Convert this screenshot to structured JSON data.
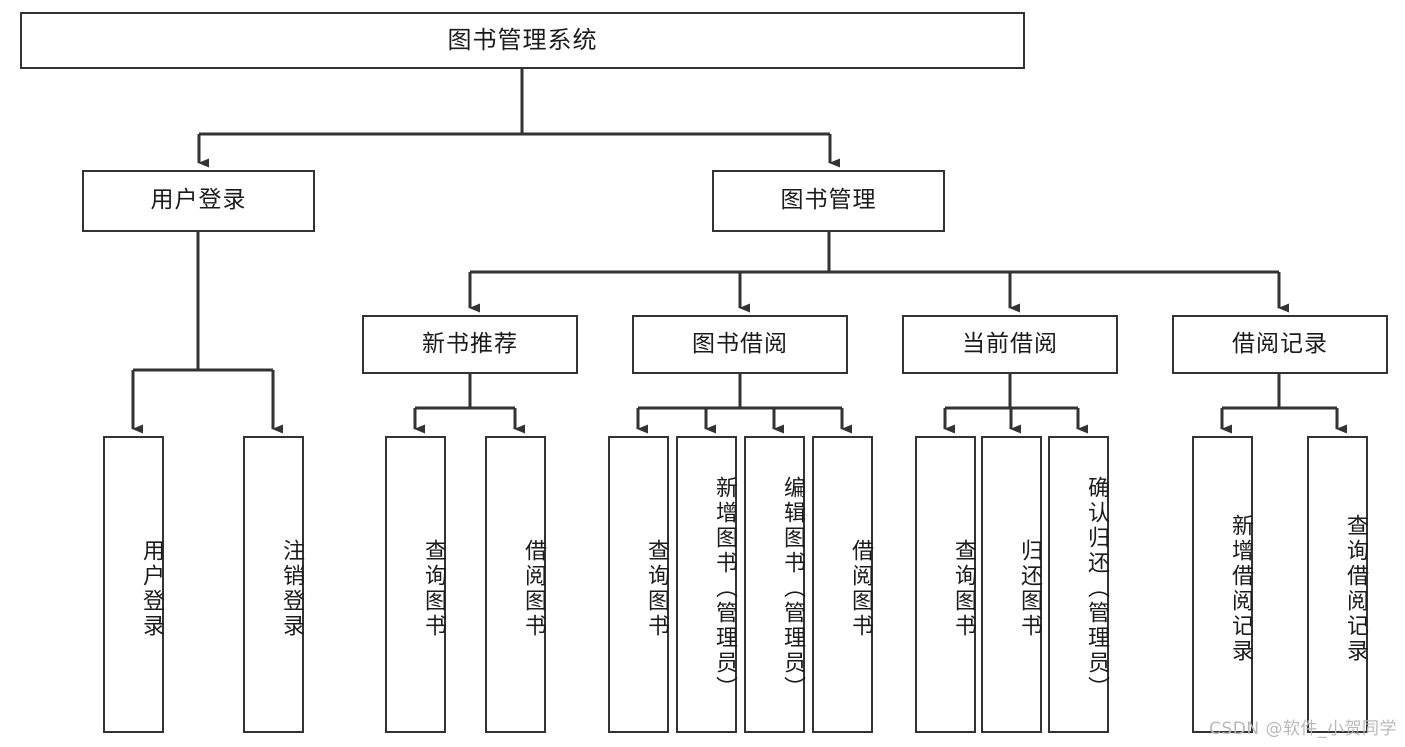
{
  "diagram": {
    "title": "图书管理系统",
    "type": "hierarchy-tree",
    "root": {
      "label": "图书管理系统"
    },
    "level2": [
      {
        "id": "user-login",
        "label": "用户登录"
      },
      {
        "id": "book-management",
        "label": "图书管理"
      }
    ],
    "level3": [
      {
        "id": "new-book-recommend",
        "label": "新书推荐",
        "parent": "book-management"
      },
      {
        "id": "book-borrow",
        "label": "图书借阅",
        "parent": "book-management"
      },
      {
        "id": "current-borrow",
        "label": "当前借阅",
        "parent": "book-management"
      },
      {
        "id": "borrow-record",
        "label": "借阅记录",
        "parent": "book-management"
      }
    ],
    "leaves": [
      {
        "id": "leaf-user-login",
        "label": "用户登录",
        "parent": "user-login"
      },
      {
        "id": "leaf-logout-login",
        "label": "注销登录",
        "parent": "user-login"
      },
      {
        "id": "leaf-query-book-1",
        "label": "查询图书",
        "parent": "new-book-recommend"
      },
      {
        "id": "leaf-borrow-book-1",
        "label": "借阅图书",
        "parent": "new-book-recommend"
      },
      {
        "id": "leaf-query-book-2",
        "label": "查询图书",
        "parent": "book-borrow"
      },
      {
        "id": "leaf-add-book",
        "label": "新增图书（管理员）",
        "parent": "book-borrow"
      },
      {
        "id": "leaf-edit-book",
        "label": "编辑图书（管理员）",
        "parent": "book-borrow"
      },
      {
        "id": "leaf-borrow-book-2",
        "label": "借阅图书",
        "parent": "book-borrow"
      },
      {
        "id": "leaf-query-book-3",
        "label": "查询图书",
        "parent": "current-borrow"
      },
      {
        "id": "leaf-return-book",
        "label": "归还图书",
        "parent": "current-borrow"
      },
      {
        "id": "leaf-confirm-return",
        "label": "确认归还（管理员）",
        "parent": "current-borrow"
      },
      {
        "id": "leaf-add-record",
        "label": "新增借阅记录",
        "parent": "borrow-record"
      },
      {
        "id": "leaf-query-record",
        "label": "查询借阅记录",
        "parent": "borrow-record"
      }
    ],
    "colors": {
      "stroke": "#333333",
      "fill": "#ffffff",
      "text": "#1b1b1b",
      "watermark": "#b9b9b9"
    }
  },
  "watermark": {
    "text": "CSDN @软件_小贺同学"
  }
}
